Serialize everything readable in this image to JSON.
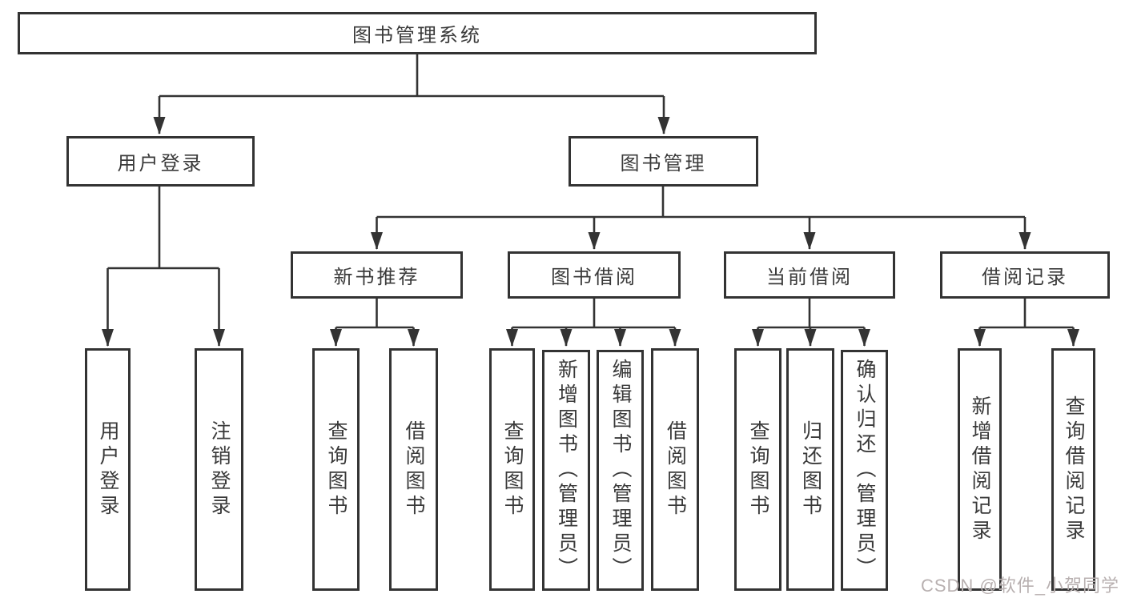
{
  "tree": {
    "label": "图书管理系统",
    "children": [
      {
        "label": "用户登录",
        "children": [
          {
            "label": "用户登录"
          },
          {
            "label": "注销登录"
          }
        ]
      },
      {
        "label": "图书管理",
        "children": [
          {
            "label": "新书推荐",
            "children": [
              {
                "label": "查询图书"
              },
              {
                "label": "借阅图书"
              }
            ]
          },
          {
            "label": "图书借阅",
            "children": [
              {
                "label": "查询图书"
              },
              {
                "label": "新增图书（管理员）"
              },
              {
                "label": "编辑图书（管理员）"
              },
              {
                "label": "借阅图书"
              }
            ]
          },
          {
            "label": "当前借阅",
            "children": [
              {
                "label": "查询图书"
              },
              {
                "label": "归还图书"
              },
              {
                "label": "确认归还（管理员）"
              }
            ]
          },
          {
            "label": "借阅记录",
            "children": [
              {
                "label": "新增借阅记录"
              },
              {
                "label": "查询借阅记录"
              }
            ]
          }
        ]
      }
    ]
  },
  "watermark": {
    "text": "CSDN @软件_小贺同学"
  },
  "colors": {
    "line": "#333333",
    "text": "#3a3a3a",
    "background": "#ffffff",
    "watermark": "#b8b0b0"
  }
}
